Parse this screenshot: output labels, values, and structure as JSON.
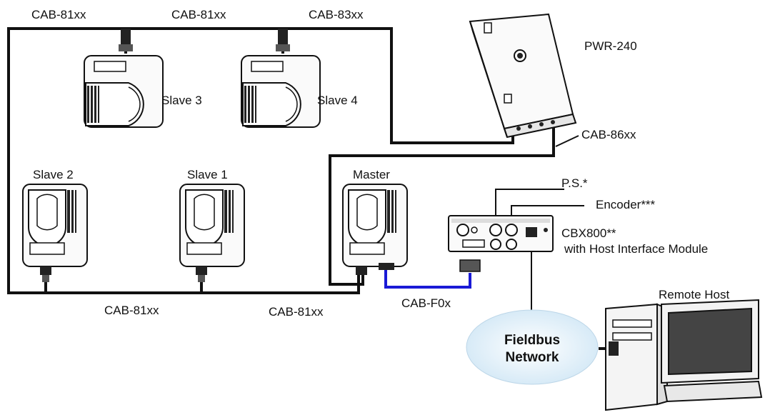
{
  "labels": {
    "cab_top_1": "CAB-81xx",
    "cab_top_2": "CAB-81xx",
    "cab_top_3": "CAB-83xx",
    "pwr": "PWR-240",
    "slave3": "Slave 3",
    "slave4": "Slave 4",
    "cab_86": "CAB-86xx",
    "slave2": "Slave 2",
    "slave1": "Slave 1",
    "master": "Master",
    "ps": "P.S.*",
    "encoder": "Encoder***",
    "cbx_line1": "CBX800**",
    "cbx_line2": "with Host Interface Module",
    "remote_host": "Remote Host",
    "cab_bottom_1": "CAB-81xx",
    "cab_bottom_2": "CAB-81xx",
    "cab_f0x": "CAB-F0x",
    "fieldbus_line1": "Fieldbus",
    "fieldbus_line2": "Network"
  },
  "colors": {
    "cable": "#111111",
    "serial_cable": "#1a1ad6",
    "cloud": "#d8ecf7"
  }
}
